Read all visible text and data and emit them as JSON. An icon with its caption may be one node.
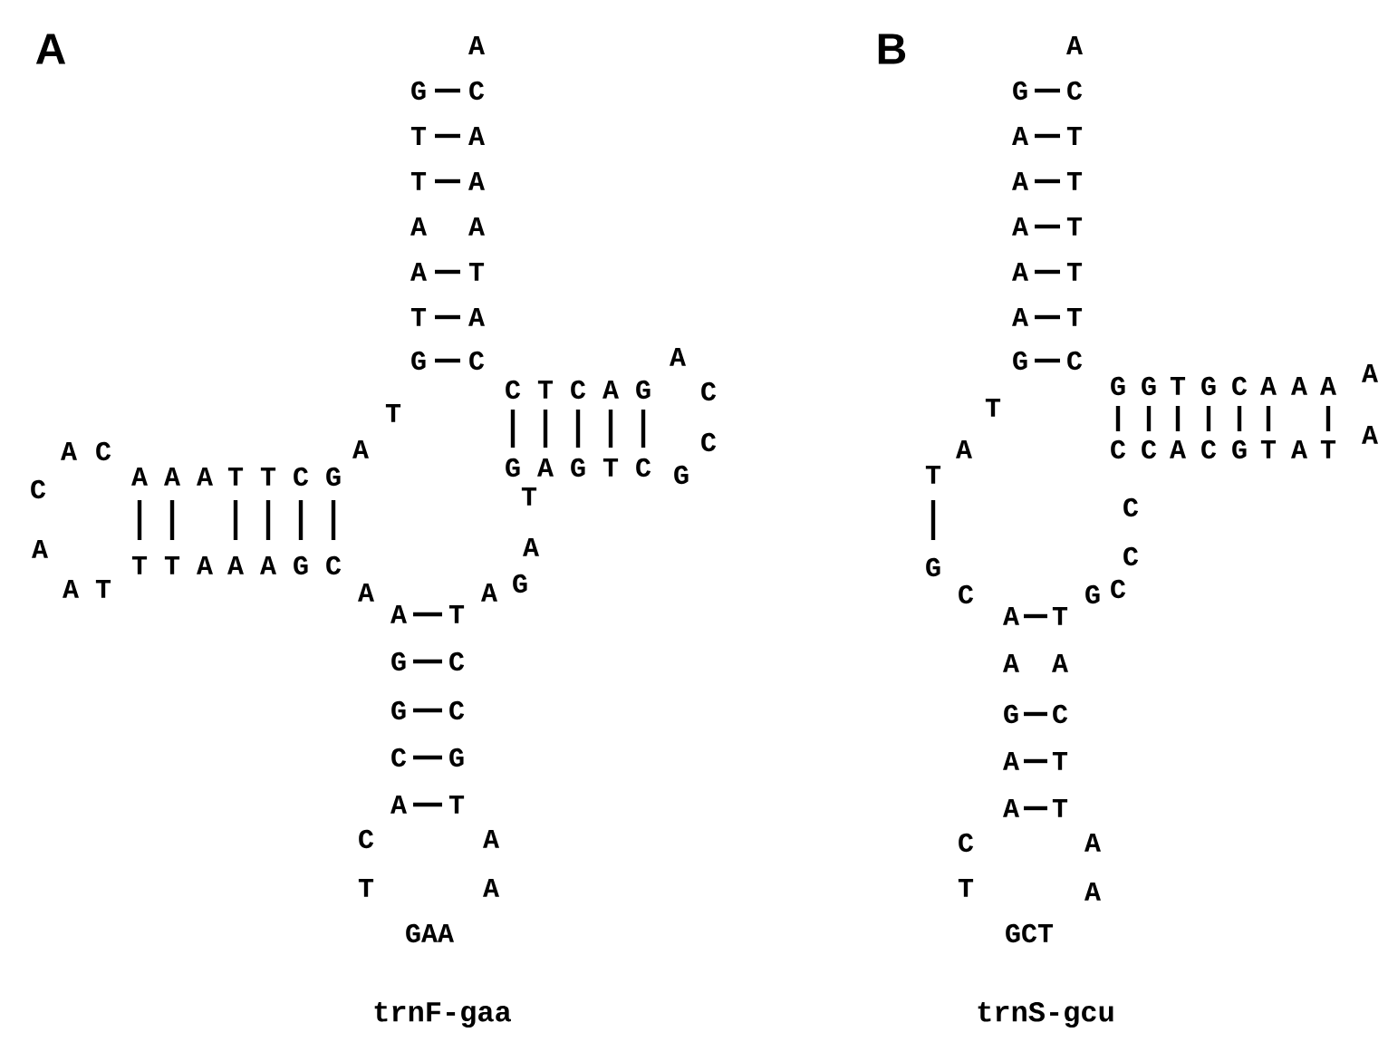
{
  "diagram": {
    "labels": [
      "A",
      "A",
      "G",
      "C",
      "T",
      "A",
      "T",
      "A",
      "A",
      "A",
      "A",
      "T",
      "T",
      "A",
      "G",
      "C",
      "T",
      "A",
      "A",
      "A",
      "A",
      "T",
      "T",
      "C",
      "G",
      "A",
      "C",
      "C",
      "A",
      "A",
      "T",
      "T",
      "T",
      "A",
      "A",
      "A",
      "G",
      "C",
      "A",
      "A",
      "T",
      "G",
      "C",
      "G",
      "C",
      "C",
      "G",
      "A",
      "T",
      "C",
      "T",
      "A",
      "A",
      "GAA",
      "A",
      "C",
      "T",
      "C",
      "A",
      "G",
      "C",
      "C",
      "G",
      "A",
      "G",
      "T",
      "C",
      "G",
      "T",
      "A",
      "A",
      "G",
      "trnF-gaa",
      "B",
      "A",
      "G",
      "C",
      "A",
      "T",
      "A",
      "T",
      "A",
      "T",
      "A",
      "T",
      "A",
      "T",
      "G",
      "C",
      "T",
      "A",
      "T",
      "G",
      "C",
      "G",
      "G",
      "T",
      "G",
      "C",
      "A",
      "A",
      "A",
      "A",
      "A",
      "C",
      "C",
      "A",
      "C",
      "G",
      "T",
      "A",
      "T",
      "C",
      "C",
      "G",
      "C",
      "A",
      "T",
      "A",
      "A",
      "G",
      "C",
      "A",
      "T",
      "A",
      "T",
      "C",
      "T",
      "A",
      "A",
      "GCT",
      "trnS-gcu"
    ]
  }
}
